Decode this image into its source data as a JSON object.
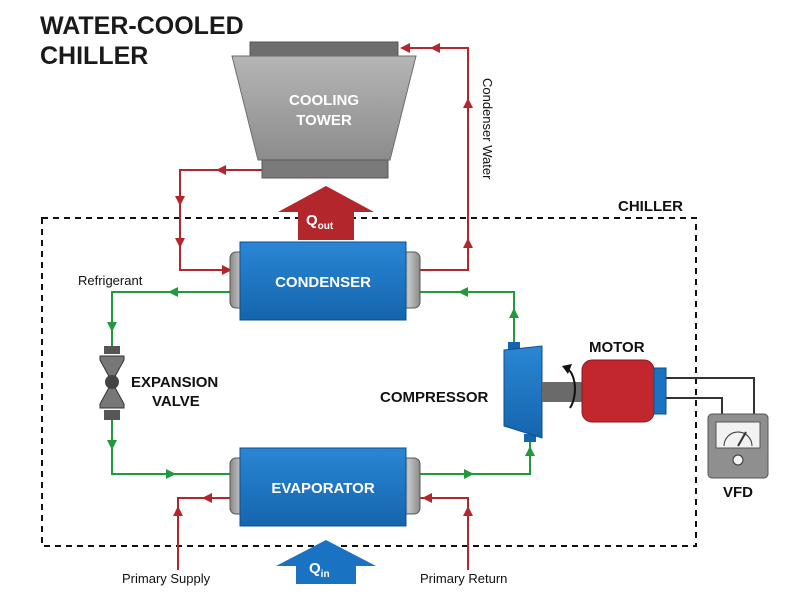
{
  "title": {
    "line1": "WATER-COOLED",
    "line2": "CHILLER"
  },
  "labels": {
    "cooling_tower_line1": "COOLING",
    "cooling_tower_line2": "TOWER",
    "condenser": "CONDENSER",
    "evaporator": "EVAPORATOR",
    "chiller": "CHILLER",
    "refrigerant": "Refrigerant",
    "expansion_valve_line1": "EXPANSION",
    "expansion_valve_line2": "VALVE",
    "compressor": "COMPRESSOR",
    "motor": "MOTOR",
    "vfd": "VFD",
    "condenser_water": "Condenser Water",
    "primary_supply": "Primary Supply",
    "primary_return": "Primary Return",
    "q_out_main": "Q",
    "q_out_sub": "out",
    "q_in_main": "Q",
    "q_in_sub": "in"
  },
  "colors": {
    "water_line": "#b3262b",
    "refrigerant_line": "#1f9a3c",
    "component_blue": "#1a73c2",
    "tower_grey": "#9a9a9a",
    "motor_red": "#c1272d",
    "arrow_red": "#b3262b",
    "arrow_blue": "#1a73c2"
  }
}
